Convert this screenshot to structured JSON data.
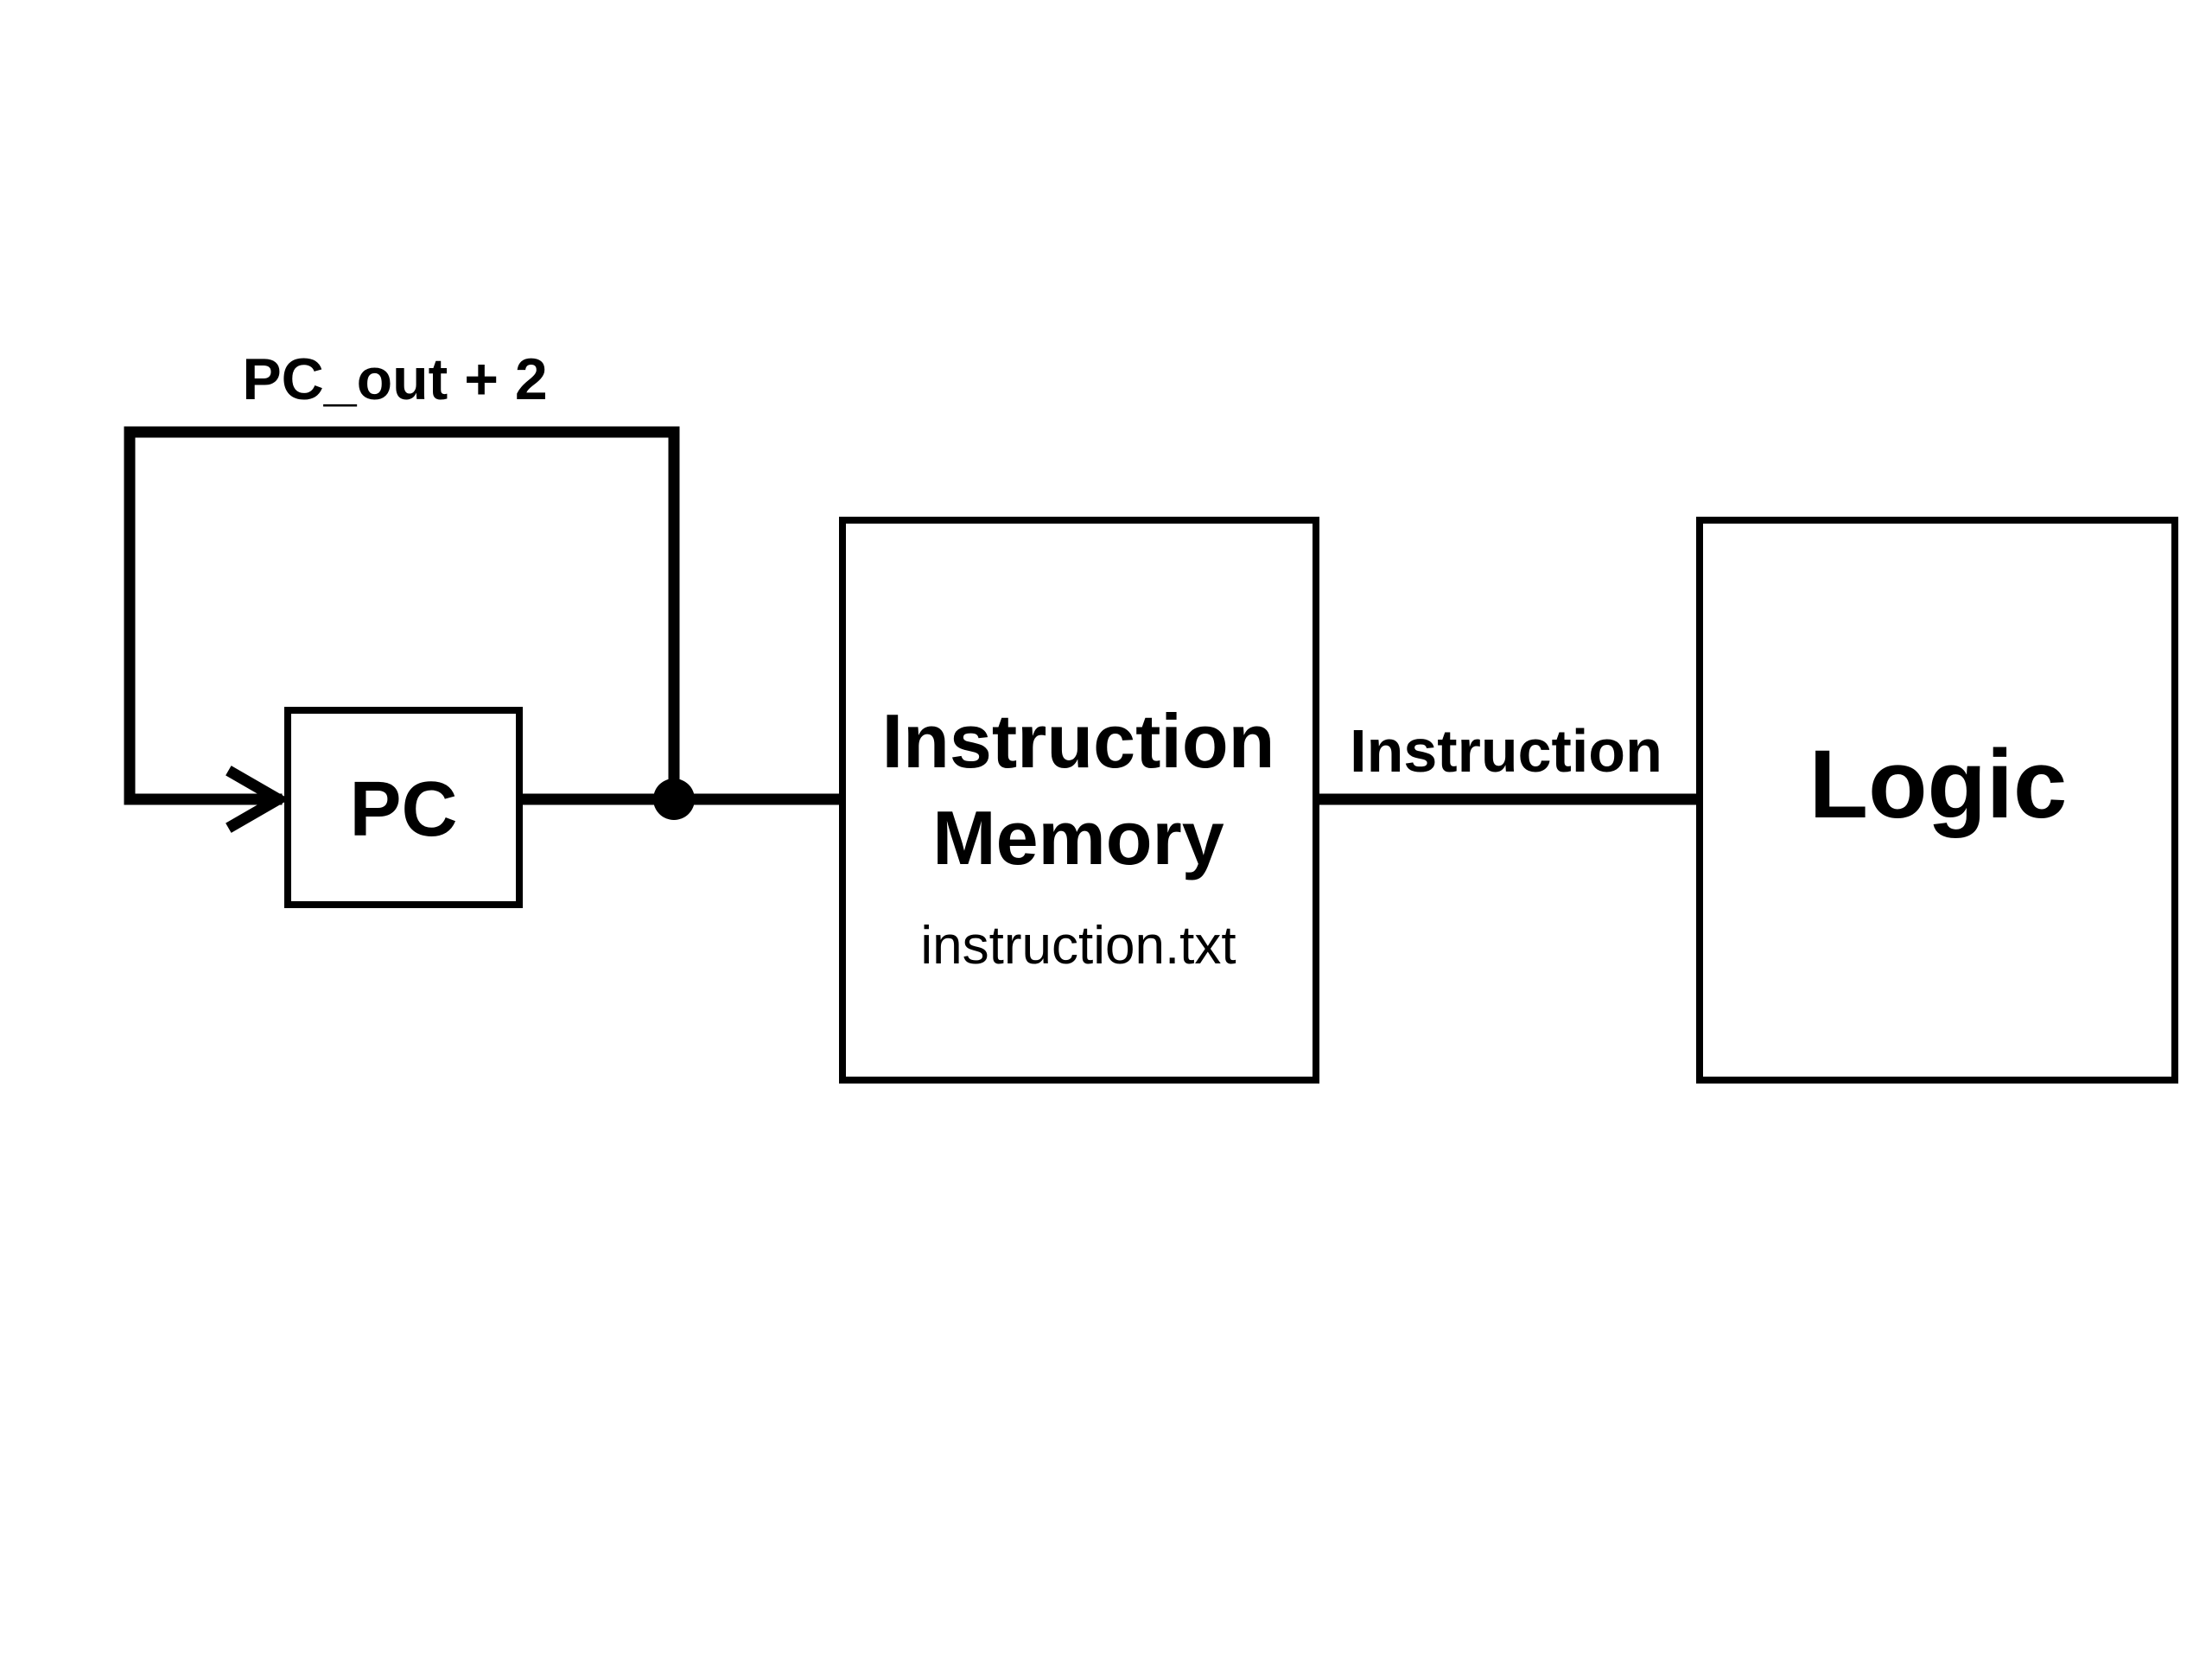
{
  "diagram": {
    "feedback_label": "PC_out + 2",
    "pc_label": "PC",
    "memory": {
      "title_line1": "Instruction",
      "title_line2": "Memory",
      "file": "instruction.txt"
    },
    "bus_label": "Instruction",
    "logic_label": "Logic"
  }
}
